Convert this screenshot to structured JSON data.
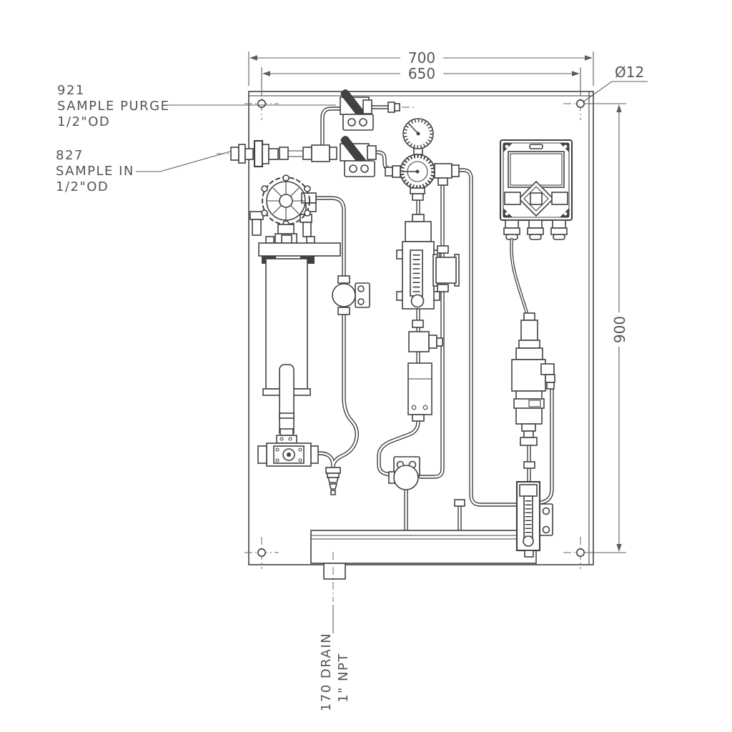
{
  "labels": {
    "purge": {
      "code": "921",
      "name": "SAMPLE PURGE",
      "size": "1/2\"OD"
    },
    "sample_in": {
      "code": "827",
      "name": "SAMPLE IN",
      "size": "1/2\"OD"
    },
    "drain": {
      "name": "170 DRAIN",
      "size": "1\" NPT"
    }
  },
  "dimensions": {
    "overall_width": "700",
    "mounting_hole_spacing": "650",
    "overall_height": "900",
    "mounting_hole_diameter": "Ø12"
  },
  "colors": {
    "line": "#414141",
    "dim_line": "#5d5d5d",
    "text": "#555555",
    "background": "#ffffff"
  }
}
